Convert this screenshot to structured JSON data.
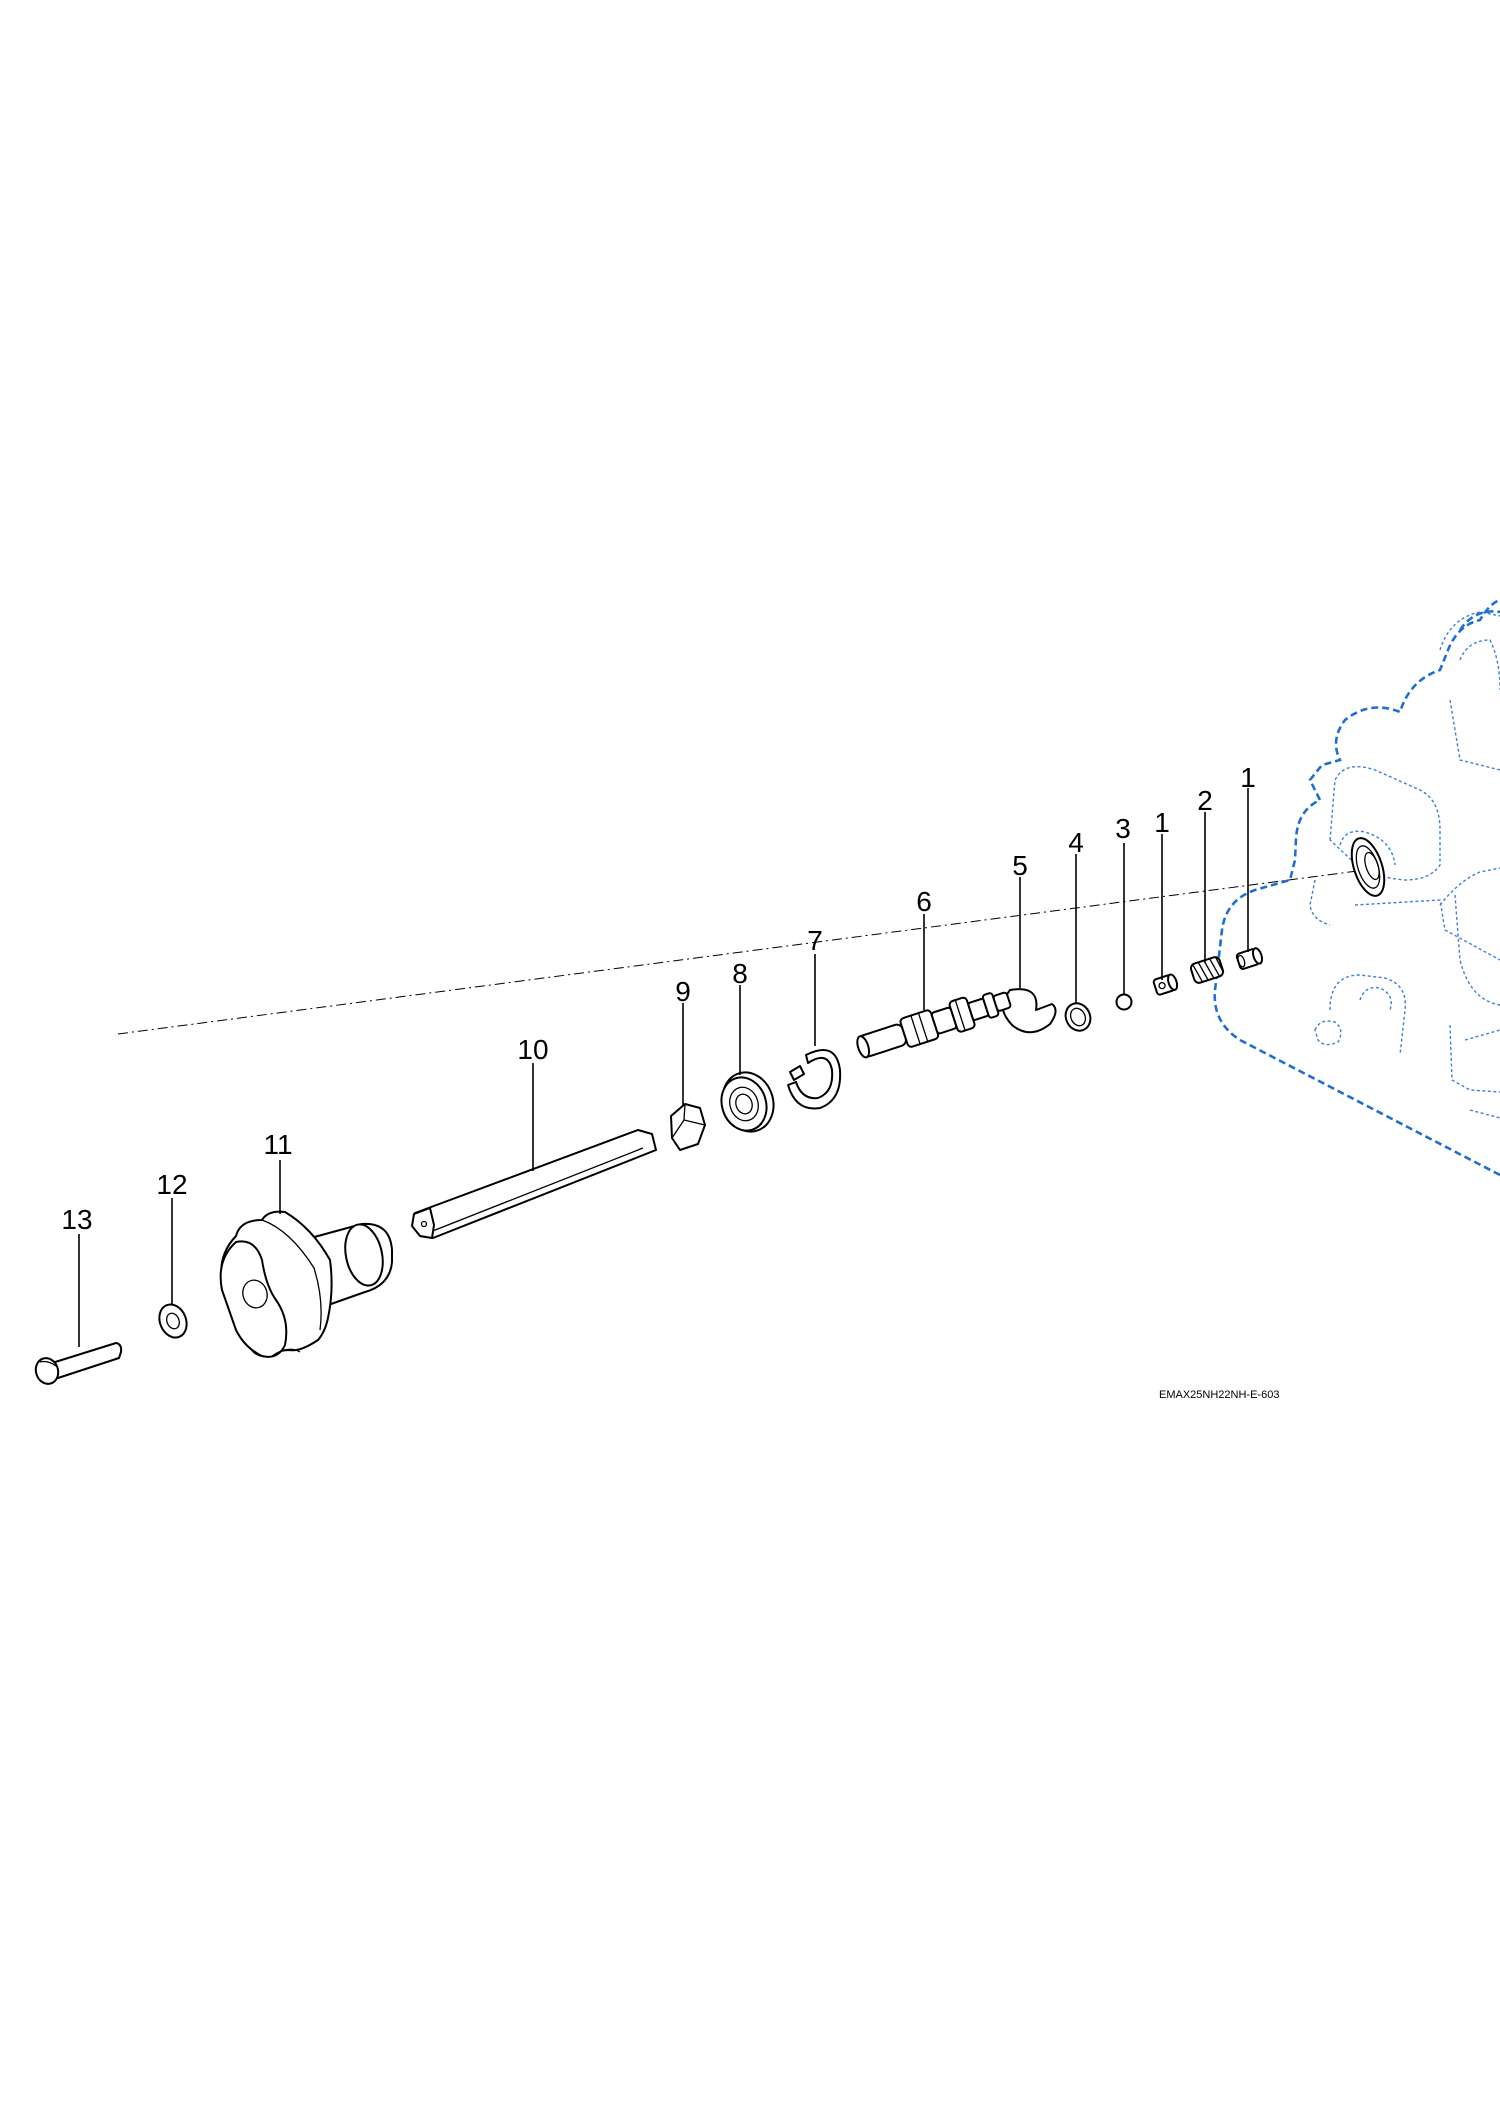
{
  "diagram": {
    "reference_code": "EMAX25NH22NH-E-603",
    "callouts": [
      {
        "id": "c1a",
        "label": "1"
      },
      {
        "id": "c2",
        "label": "2"
      },
      {
        "id": "c1b",
        "label": "1"
      },
      {
        "id": "c3",
        "label": "3"
      },
      {
        "id": "c4",
        "label": "4"
      },
      {
        "id": "c5",
        "label": "5"
      },
      {
        "id": "c6",
        "label": "6"
      },
      {
        "id": "c7",
        "label": "7"
      },
      {
        "id": "c8",
        "label": "8"
      },
      {
        "id": "c9",
        "label": "9"
      },
      {
        "id": "c10",
        "label": "10"
      },
      {
        "id": "c11",
        "label": "11"
      },
      {
        "id": "c12",
        "label": "12"
      },
      {
        "id": "c13",
        "label": "13"
      }
    ],
    "colors": {
      "line": "#000000",
      "housing": "#1f6fd1",
      "background": "#ffffff"
    }
  }
}
